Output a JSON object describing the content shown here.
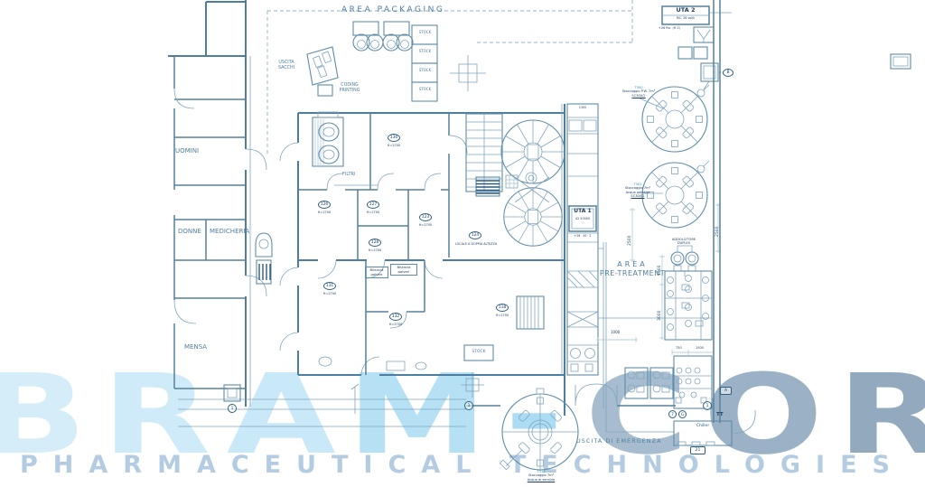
{
  "watermark": {
    "brand_letters": [
      {
        "ch": "B",
        "color": "#d5edf9"
      },
      {
        "ch": "R",
        "color": "#cfeaf8"
      },
      {
        "ch": "A",
        "color": "#cae9f8"
      },
      {
        "ch": "M",
        "color": "#b6e1f5"
      },
      {
        "ch": "-",
        "color": "#abdcf3"
      },
      {
        "ch": "C",
        "color": "#a7bdcf"
      },
      {
        "ch": "O",
        "color": "#9bb1c5"
      },
      {
        "ch": "R",
        "color": "#92a9be"
      }
    ],
    "tagline_word1": "PHARMACEUTICAL",
    "tagline_word2": "TECHNOLOGIES",
    "tagline_color": "#b3cce1"
  },
  "areas": {
    "packaging": "AREA  PACKAGING",
    "pretreatment_line1": "AREA",
    "pretreatment_line2": "PRE-TREATMENT",
    "emergency_exit": "USCITA DI EMERGENZA"
  },
  "labels": {
    "uscita_sacchi_line1": "USCITA",
    "uscita_sacchi_line2": "SACCHI",
    "coding_line1": "CODING",
    "coding_line2": "PRINTING",
    "uomini": "UOMINI",
    "donne": "DONNE",
    "medicheria": "MEDICHERIA",
    "mensa": "MENSA",
    "filtri": "FILTRI",
    "stock": "STOCK",
    "bilancia_line1": "Bilancia",
    "bilancia_line2": "polveri",
    "chiller": "Chiller",
    "addolcitore_line1": "ADDOLCITORE",
    "addolcitore_line2": "DUPLEX"
  },
  "units": {
    "uta1_title": "UTA 1",
    "uta1_code": "42 50000",
    "uta1_note": "+26 · 45 · 2",
    "uta2_title": "UTA 2",
    "uta2_code": "RIC. 26 vol/h",
    "uta2_note": "+26 Ric. (H 2)",
    "ahu_cell": "C300"
  },
  "tanks": {
    "t300": [
      "T300",
      "Stoccaggio P.W. 7m³",
      "SC300/2"
    ],
    "t301": [
      "T301",
      "Stoccaggio 7m³",
      "Acqua potabile",
      "SC300/2"
    ],
    "t318": [
      "T318",
      "Stoccaggio 7m³",
      "Acqua di servizio"
    ]
  },
  "rooms": {
    "r130": {
      "no": "130",
      "h": "H=2700"
    },
    "r126": {
      "no": "126",
      "h": "H=2700"
    },
    "r127": {
      "no": "127",
      "h": "H=2700"
    },
    "r123": {
      "no": "123",
      "h": "H=2700"
    },
    "r128": {
      "no": "128",
      "h": "H=2700"
    },
    "r131": {
      "no": "131",
      "h": "H=2700"
    },
    "r132": {
      "no": "132",
      "h": "H=2700"
    },
    "r118": {
      "no": "118",
      "h": "H=2700"
    },
    "r124": {
      "no": "124",
      "note": "LOCALE A DOPPIA ALTEZZA"
    }
  },
  "dims": {
    "v2500_left": "2500",
    "v1500": "1500",
    "v3000": "3000",
    "v2500_right": "2500",
    "h1000": "1000",
    "h750": "750",
    "h1500": "1500"
  },
  "tags": {
    "b": "B",
    "a": "A",
    "one_left": "1",
    "one_mid": "1",
    "one_right": "1",
    "twentyone": "21",
    "seven": "7",
    "g": "G",
    "tt": "TT"
  }
}
